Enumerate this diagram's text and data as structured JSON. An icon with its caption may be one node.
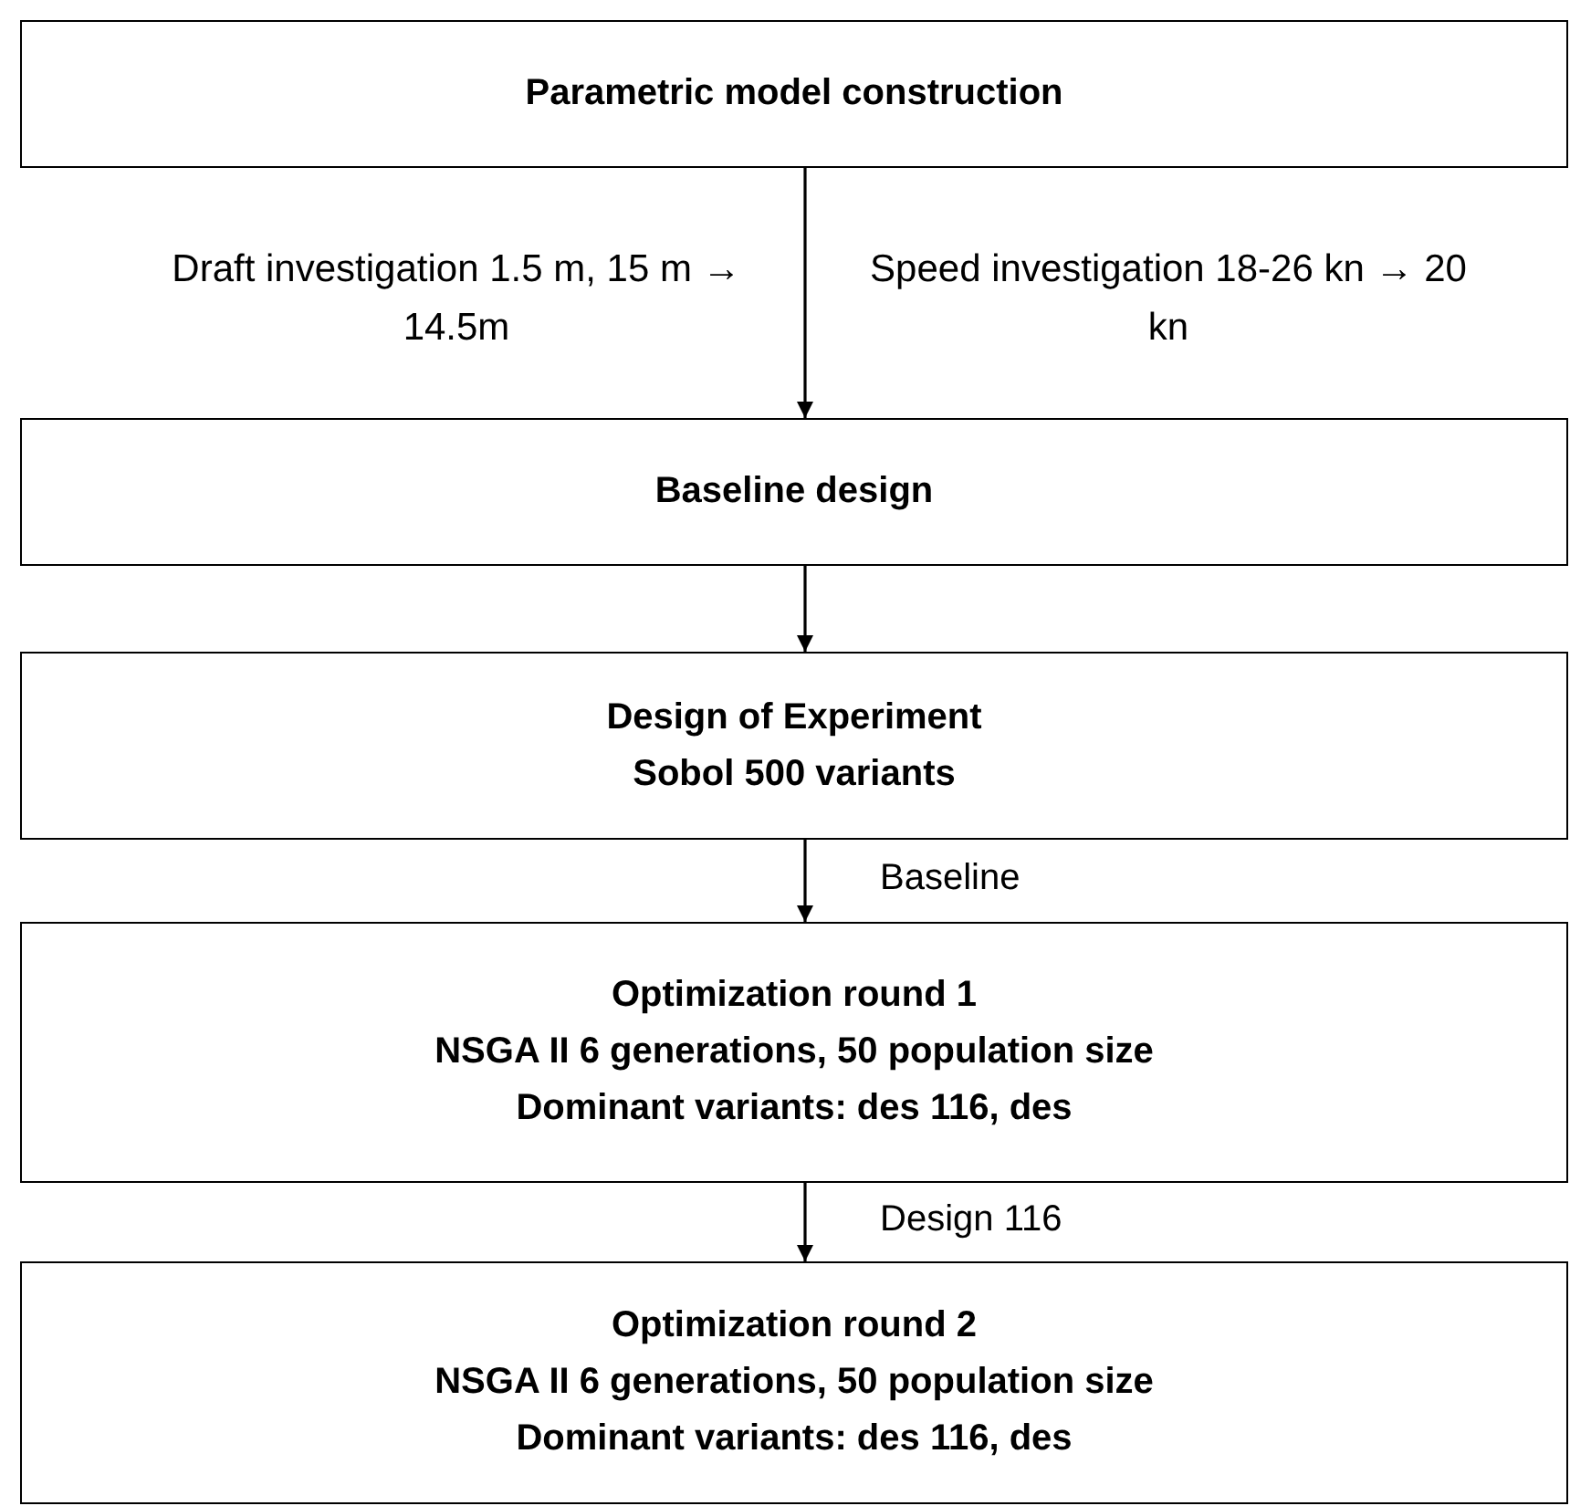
{
  "diagram": {
    "nodes": [
      {
        "text": [
          "Parametric model construction"
        ]
      },
      {
        "text": [
          "Baseline design"
        ]
      },
      {
        "text": [
          "Design of Experiment",
          "Sobol 500 variants"
        ]
      },
      {
        "text": [
          "Optimization round 1",
          "NSGA II 6 generations, 50 population size",
          "Dominant variants: des 116, des"
        ]
      },
      {
        "text": [
          "Optimization round 2",
          "NSGA II 6 generations, 50 population size",
          "Dominant variants: des 116, des"
        ]
      }
    ],
    "edges": [
      {
        "from": 0,
        "to": 1,
        "arrow": "to"
      },
      {
        "from": 1,
        "to": 2,
        "arrow": "to"
      },
      {
        "from": 2,
        "to": 3,
        "arrow": "to",
        "label": "Baseline"
      },
      {
        "from": 3,
        "to": 4,
        "arrow": "to",
        "label": "Design 116"
      }
    ],
    "labels": [
      "Draft investigation 1.5 m, 15 m → 14.5m",
      "Speed investigation 18-26 kn → 20 kn"
    ]
  }
}
